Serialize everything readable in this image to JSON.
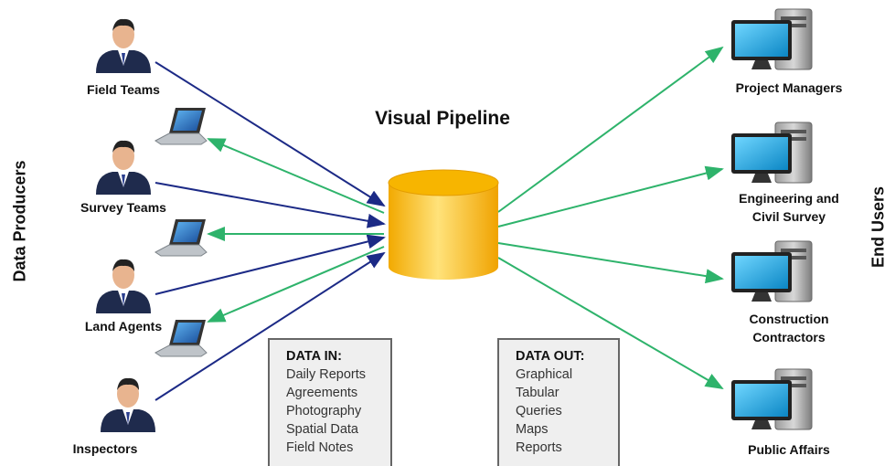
{
  "title": "Visual Pipeline",
  "left_side_label": "Data Producers",
  "right_side_label": "End Users",
  "producers": [
    {
      "label": "Field Teams"
    },
    {
      "label": "Survey Teams"
    },
    {
      "label": "Land Agents"
    },
    {
      "label": "Inspectors"
    }
  ],
  "end_users": [
    {
      "line1": "Project Managers",
      "line2": ""
    },
    {
      "line1": "Engineering and",
      "line2": "Civil Survey"
    },
    {
      "line1": "Construction",
      "line2": "Contractors"
    },
    {
      "line1": "Public Affairs",
      "line2": ""
    }
  ],
  "data_in": {
    "heading": "DATA IN:",
    "items": [
      "Daily Reports",
      "Agreements",
      "Photography",
      "Spatial Data",
      "Field Notes"
    ]
  },
  "data_out": {
    "heading": "DATA OUT:",
    "items": [
      "Graphical",
      "Tabular",
      "Queries",
      "Maps",
      "Reports"
    ]
  },
  "colors": {
    "inbound_arrow": "#1c2a86",
    "outbound_arrow": "#2eb36b",
    "database": "#f7b500",
    "monitor_screen": "#19a7e0",
    "person_suit": "#1f2b4d"
  },
  "icons": {
    "person": "person-icon",
    "laptop": "laptop-icon",
    "workstation": "workstation-icon",
    "database": "database-icon"
  }
}
